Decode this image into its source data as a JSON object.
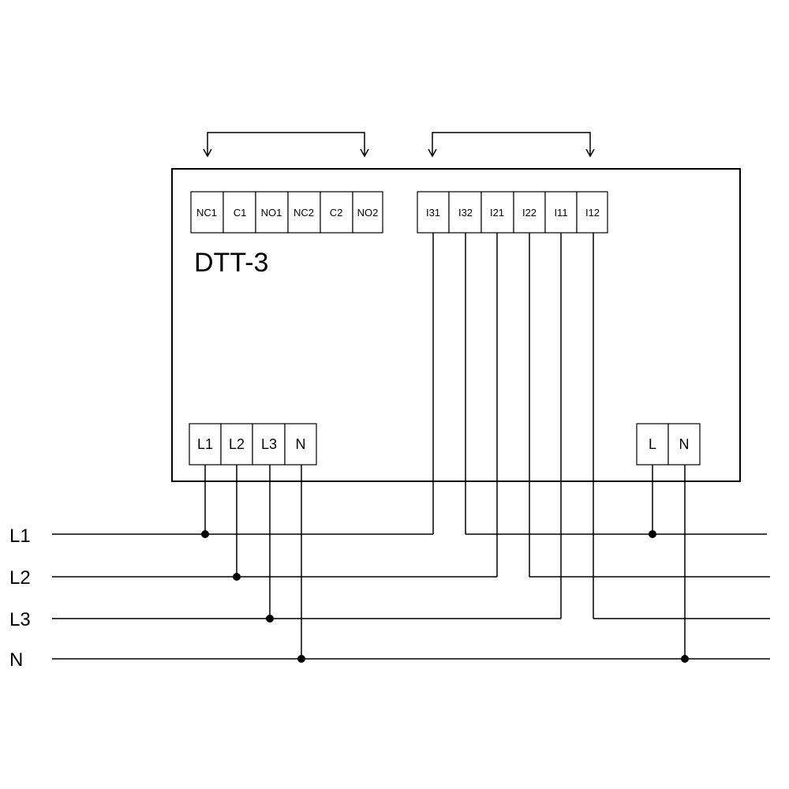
{
  "device": {
    "model": "DTT-3",
    "relay_terminals": [
      "NC1",
      "C1",
      "NO1",
      "NC2",
      "C2",
      "NO2"
    ],
    "sensor_terminals": [
      "I31",
      "I32",
      "I21",
      "I22",
      "I11",
      "I12"
    ],
    "phase_terminals": [
      "L1",
      "L2",
      "L3",
      "N"
    ],
    "supply_terminals": [
      "L",
      "N"
    ]
  },
  "lines": [
    "L1",
    "L2",
    "L3",
    "N"
  ]
}
